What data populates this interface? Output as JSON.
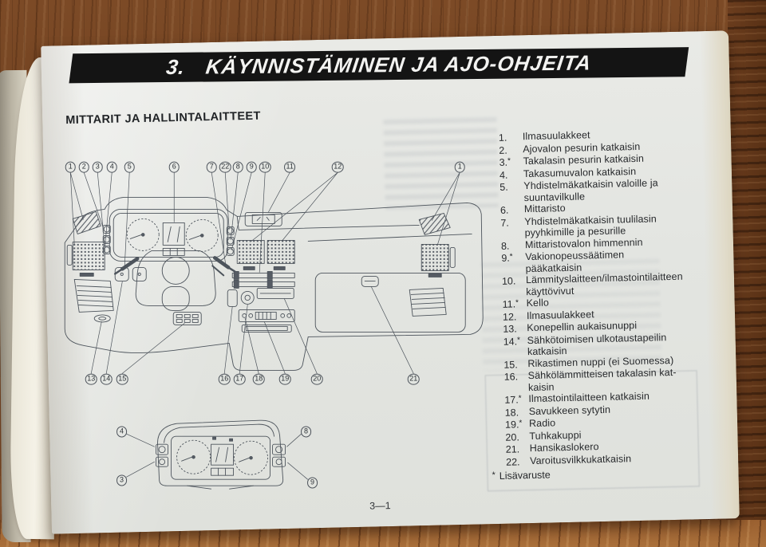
{
  "banner": {
    "number": "3.",
    "title": "KÄYNNISTÄMINEN JA AJO-OHJEITA"
  },
  "section": {
    "heading": "MITTARIT JA HALLINTALAITTEET"
  },
  "parts_list": {
    "items": [
      {
        "num": "1.",
        "star": "",
        "text": "Ilmasuulakkeet"
      },
      {
        "num": "2.",
        "star": "",
        "text": "Ajovalon pesurin katkaisin"
      },
      {
        "num": "3.",
        "star": "*",
        "text": "Takalasin pesurin katkaisin"
      },
      {
        "num": "4.",
        "star": "",
        "text": "Takasumuvalon katkaisin"
      },
      {
        "num": "5.",
        "star": "",
        "text": "Yhdistelmäkatkaisin valoille ja\nsuuntavilkulle"
      },
      {
        "num": "6.",
        "star": "",
        "text": "Mittaristo"
      },
      {
        "num": "7.",
        "star": "",
        "text": "Yhdistelmäkatkaisin tuulilasin\npyyhkimille ja pesurille"
      },
      {
        "num": "8.",
        "star": "",
        "text": "Mittaristovalon himmennin"
      },
      {
        "num": "9.",
        "star": "*",
        "text": "Vakionopeussäätimen\npääkatkaisin"
      },
      {
        "num": "10.",
        "star": "",
        "text": "Lämmityslaitteen/ilmastointilaitteen\nkäyttövivut"
      },
      {
        "num": "11.",
        "star": "*",
        "text": "Kello"
      },
      {
        "num": "12.",
        "star": "",
        "text": "Ilmasuulakkeet"
      },
      {
        "num": "13.",
        "star": "",
        "text": "Konepellin aukaisunuppi"
      },
      {
        "num": "14.",
        "star": "*",
        "text": "Sähkötoimisen ulkotaustapeilin\nkatkaisin"
      },
      {
        "num": "15.",
        "star": "",
        "text": "Rikastimen nuppi (ei Suomessa)"
      },
      {
        "num": "16.",
        "star": "",
        "text": "Sähkölämmitteisen takalasin kat-\nkaisin"
      },
      {
        "num": "17.",
        "star": "*",
        "text": "Ilmastointilaitteen katkaisin"
      },
      {
        "num": "18.",
        "star": "",
        "text": "Savukkeen sytytin"
      },
      {
        "num": "19.",
        "star": "*",
        "text": "Radio"
      },
      {
        "num": "20.",
        "star": "",
        "text": "Tuhkakuppi"
      },
      {
        "num": "21.",
        "star": "",
        "text": "Hansikaslokero"
      },
      {
        "num": "22.",
        "star": "",
        "text": "Varoitusvilkkukatkaisin"
      }
    ]
  },
  "footnote": {
    "symbol": "*",
    "text": "Lisävaruste"
  },
  "page_number": "3—1",
  "callouts": {
    "main_top": [
      "1",
      "2",
      "3",
      "4",
      "5",
      "6",
      "7",
      "22",
      "8",
      "9",
      "10",
      "11",
      "12",
      "1"
    ],
    "main_bottom": [
      "13",
      "14",
      "15",
      "16",
      "17",
      "18",
      "19",
      "20",
      "21"
    ],
    "cluster": [
      "4",
      "3",
      "8",
      "9"
    ]
  },
  "colors": {
    "paper": "#e5e7e3",
    "ink": "#26282b",
    "diagram_line": "#4d545c",
    "wood": "#7c4a26",
    "banner_bg": "#141414",
    "banner_text": "#f3f3f1"
  }
}
